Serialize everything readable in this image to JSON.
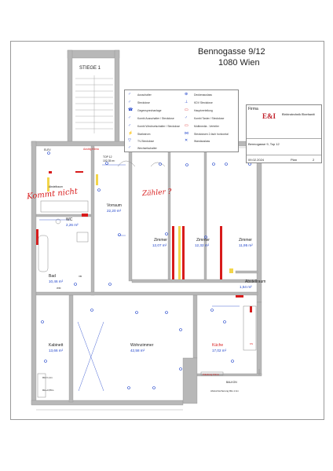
{
  "header": {
    "title": "Bennogasse 9/12",
    "city": "1080 Wien"
  },
  "stair": {
    "label": "STIEGE 1"
  },
  "legend": {
    "items": [
      {
        "icon": "switch-icon",
        "label": "Ausschalter"
      },
      {
        "icon": "socket-icon",
        "label": "Steckdose"
      },
      {
        "icon": "intercom-icon",
        "label": "Gegensprechanlage"
      },
      {
        "icon": "combo-switch-icon",
        "label": "Kombi Ausschalter / Steckdose"
      },
      {
        "icon": "combo-toggle-icon",
        "label": "Kombi Wechselschalter / Steckdose"
      },
      {
        "icon": "power-outlet-icon",
        "label": "Starkstrom"
      },
      {
        "icon": "tv-outlet-icon",
        "label": "TV-Steckdose"
      },
      {
        "icon": "toggle-switch-icon",
        "label": "Wechselschalter"
      },
      {
        "icon": "ceiling-light-icon",
        "label": "Deckenauslass"
      },
      {
        "icon": "kdv-outlet-icon",
        "label": "KDV Steckdose"
      },
      {
        "icon": "main-panel-icon",
        "label": "Hauptverteilung"
      },
      {
        "icon": "combo-dimmer-icon",
        "label": "Kombi Taster / Steckdose"
      },
      {
        "icon": "multimedia-icon",
        "label": "Multimedia - Verteiler"
      },
      {
        "icon": "double-socket-icon",
        "label": "Steckdosen 2-fach horizontal"
      },
      {
        "icon": "wall-outlet-icon",
        "label": "Wandauslass"
      }
    ]
  },
  "titleblock": {
    "firma_label": "Firma",
    "logo": "E&I",
    "company": "Elektrotechnik Eberhardt",
    "address": "Bennogasse 9, Top 12",
    "date": "09.02.2024",
    "plan_label": "Plan",
    "plan_number": "2"
  },
  "rooms": {
    "elev": "ELEV",
    "top": "TOP 12",
    "top_area": "102,35 m²",
    "abstell_top": "Abstellraum",
    "wc_label": "WC",
    "wc_area": "2,26 m²",
    "vorraum_label": "Vorraum",
    "vorraum_area": "22,20 m²",
    "zimmer1_label": "Zimmer",
    "zimmer1_area": "12,07 m²",
    "zimmer2_label": "Zimmer",
    "zimmer2_area": "12,32 m²",
    "zimmer3_label": "Zimmer",
    "zimmer3_area": "11,95 m²",
    "abstell2_label": "Abstellraum",
    "abstell2_area": "1,54 m²",
    "bad_label": "Bad",
    "bad_area": "10,46 m²",
    "kabinett_label": "Kabinett",
    "kabinett_area": "13,66 m²",
    "wohn_label": "Wohnzimmer",
    "wohn_area": "42,58 m²",
    "kueche_label": "Küche",
    "kueche_area": "17,02 m²",
    "balkon_label": "BALKON",
    "balkon_note": "Absturzsicherung RH-1.1m",
    "kueche_note": "Zuleitung Klima",
    "rh_note": "RH=1,1m",
    "rh_note2": "RH+0,55m",
    "ks": "KS",
    "vb": "VB",
    "wm": "WM"
  },
  "annotations": {
    "zaehler": "Zähler ?",
    "kommt_nicht": "Kommt nicht",
    "ausblg": "Ausblg Klima"
  },
  "colors": {
    "wall": "#b8b8b8",
    "wall_dark": "#8e8e8e",
    "electric": "#1a3fc9",
    "marker": "#d81b1b",
    "accent": "#f3d54a"
  }
}
